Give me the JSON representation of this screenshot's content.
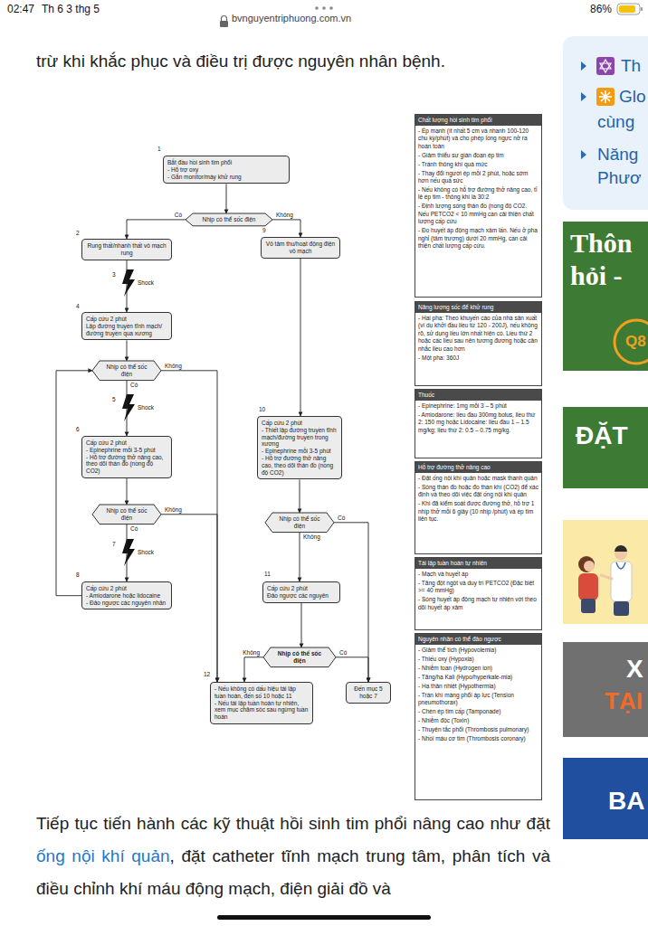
{
  "diagram": {
    "nodes": [
      {
        "text": [
          "Bắt đầu hồi sinh tim phổi",
          "- Hỗ trợ oxy",
          "- Gắn monitor/máy khử rung"
        ]
      },
      {
        "text": [
          "Nhịp có thể sốc điện"
        ]
      },
      {
        "text": [
          "Rung thất/nhanh thất vô mạch rung"
        ]
      },
      {
        "text": [
          "Vô tâm thu/hoạt động điện vô mạch"
        ]
      },
      {
        "text": [
          "Cấp cứu 2 phút",
          "Lập đường truyền tĩnh mạch/đường truyền qua xương"
        ]
      },
      {
        "text": [
          "Nhịp có thể sốc điện"
        ]
      },
      {
        "text": [
          "Cấp cứu 2 phút",
          "- Epinephrine mỗi 3-5 phút",
          "- Hỗ trợ đường thở nâng cao, theo dõi thán đồ (nồng độ CO2)"
        ]
      },
      {
        "text": [
          "Cấp cứu 2 phút",
          "- Thiết lập đường truyền tĩnh mạch/đường truyền trong xương",
          "- Epinephrine mỗi 3-5 phút",
          "- Hỗ trợ đường thở nâng cao, theo dõi thán đồ (nồng độ CO2)"
        ]
      },
      {
        "text": [
          "Nhịp có thể sốc điện"
        ]
      },
      {
        "text": [
          "Nhịp có thể sốc điện"
        ]
      },
      {
        "text": [
          "Cấp cứu 2 phút",
          "- Amiodarone hoặc lidocaine",
          "- Đảo ngược các nguyên nhân"
        ]
      },
      {
        "text": [
          "Cấp cứu 2 phút",
          "Đảo ngược các nguyên"
        ]
      },
      {
        "text": [
          "Nhịp có thể sốc điện"
        ]
      },
      {
        "text": [
          "- Nếu không có dấu hiệu tái lập tuần hoàn, đến số 10 hoặc 11",
          "- Nếu tái lập tuần hoàn tự nhiên, xem mục chăm sóc sau ngừng tuần hoàn"
        ]
      },
      {
        "text": [
          "Đến mục 5 hoặc 7"
        ]
      },
      {
        "text": [
          "Chất lượng hồi sinh tim phổi",
          "- Ép mạnh (ít nhất 5 cm và nhanh 100-120 chu kỳ/phút) và cho phép lồng ngực nở ra hoàn toàn",
          "- Giảm thiểu sự gián đoạn ép tim",
          "- Tránh thông khí quá mức",
          "- Thay đổi người ép mỗi 2 phút, hoặc sớm hơn nếu quá sức",
          "- Nếu không có hỗ trợ đường thở nâng cao, tỉ lệ ép tim - thông khí là 30:2",
          "- Định lượng sóng thán đồ (nồng độ CO2. Nếu PETCO2 < 10 mmHg cần cải thiện chất lượng cấp cứu",
          "- Đo huyết áp động mạch xâm lấn. Nếu ở pha nghỉ (tâm trương) dưới 20 mmHg, cần cải thiện chất lượng cấp cứu."
        ]
      },
      {
        "text": [
          "Năng lượng sốc để khử rung",
          "- Hai pha: Theo khuyến cáo của nhà sản xuất (ví dụ khởi đầu liều từ 120 - 200J), nếu không rõ, sử dụng liều lớn nhất hiện có. Liều thứ 2 hoặc các liều sau nên tương đương hoặc cân nhắc liều cao hơn",
          "- Một pha: 360J"
        ]
      },
      {
        "text": [
          "Thuốc",
          "- Epinephrine: 1mg mỗi 3 – 5 phút",
          "- Amiodarone: liều đầu 300mg bolus, liều thứ 2: 150 mg hoặc Lidocaine: liều đầu 1 – 1.5 mg/kg; liều thứ 2: 0.5 – 0.75 mg/kg."
        ]
      },
      {
        "text": [
          "Hỗ trợ đường thở nâng cao",
          "- Đặt ống nội khí quản hoặc mask thanh quản",
          "- Sóng thán đồ hoặc đo thán khí (CO2) để xác định và theo dõi việc đặt ống nội khí quản",
          "- Khi đã kiểm soát được đường thở, hỗ trợ 1 nhịp thở mỗi 6 giây (10 nhịp /phút) và ép tim liên tục."
        ]
      },
      {
        "text": [
          "Tái lập tuần hoàn tự nhiên",
          "- Mạch và huyết áp",
          "- Tăng đột ngột và duy trì PETCO2 (Đặc biệt >= 40 mmHg)",
          "- Sóng huyết áp động mạch tự nhiên với theo dõi huyết áp xâm"
        ]
      },
      {
        "text": [
          "Nguyên nhân có thể đảo ngược",
          "- Giảm thể tích (Hypovolemia)",
          "- Thiếu oxy (Hypoxia)",
          "- Nhiễm toan (Hydrogen ion)",
          "- Tăng/hạ Kali (Hypo/hyperkale-mia)",
          "- Hạ thân nhiệt (Hypothermia)",
          "- Tràn khí màng phổi áp lực (Tension pneumothorax)",
          "- Chèn ép tim cấp (Tamponade)",
          "- Nhiễm độc (Toxin)",
          "- Thuyên tắc phổi (Thrombosis pulmonary)",
          "- Nhồi máu cơ tim (Thrombosis coronary)"
        ]
      }
    ],
    "edges": [
      {
        "from": 0,
        "to": 1,
        "arrow": "to"
      },
      {
        "from": 1,
        "to": 2,
        "arrow": "to",
        "label": "Có"
      },
      {
        "from": 1,
        "to": 3,
        "arrow": "to",
        "label": "Không"
      },
      {
        "from": 2,
        "to": 4,
        "arrow": "to"
      },
      {
        "from": 4,
        "to": 5,
        "arrow": "to"
      },
      {
        "from": 5,
        "to": 6,
        "arrow": "to",
        "label": "Có"
      },
      {
        "from": 5,
        "to": 13,
        "arrow": "to",
        "label": "Không"
      },
      {
        "from": 3,
        "to": 7,
        "arrow": "to"
      },
      {
        "from": 6,
        "to": 8,
        "arrow": "to"
      },
      {
        "from": 8,
        "to": 10,
        "arrow": "to",
        "label": "Có"
      },
      {
        "from": 8,
        "to": 13,
        "arrow": "to",
        "label": "Không"
      },
      {
        "from": 10,
        "to": 5,
        "arrow": "to"
      },
      {
        "from": 7,
        "to": 9,
        "arrow": "to"
      },
      {
        "from": 9,
        "to": 14,
        "arrow": "to",
        "label": "Có"
      },
      {
        "from": 9,
        "to": 11,
        "arrow": "to",
        "label": "Không"
      },
      {
        "from": 11,
        "to": 12,
        "arrow": "to"
      },
      {
        "from": 12,
        "to": 13,
        "arrow": "to",
        "label": "Không"
      },
      {
        "from": 12,
        "to": 14,
        "arrow": "to",
        "label": "Có"
      }
    ],
    "labels": [
      "02:47",
      "Th 6 3 thg 5",
      "bvnguyentriphuong.com.vn",
      "86%",
      "trừ khi khắc phục và điều trị được nguyên nhân bệnh.",
      "1",
      "2",
      "9",
      "3",
      "Shock",
      "4",
      "5",
      "Shock",
      "6",
      "10",
      "7",
      "Shock",
      "8",
      "11",
      "12",
      "Th",
      "Glo",
      "cùng",
      "Năng",
      "Phươ",
      "Thôn",
      "hỏi -",
      "Q8",
      "ĐẶT",
      "X",
      "TẠI",
      "BA",
      "Tiếp tục tiến hành các kỹ thuật hồi sinh tim phổi nâng cao như đặt ",
      "ống nội khí quản",
      ", đặt catheter tĩnh mạch trung tâm, phân tích và điều chỉnh khí máu động mạch, điện giải đồ và"
    ]
  }
}
